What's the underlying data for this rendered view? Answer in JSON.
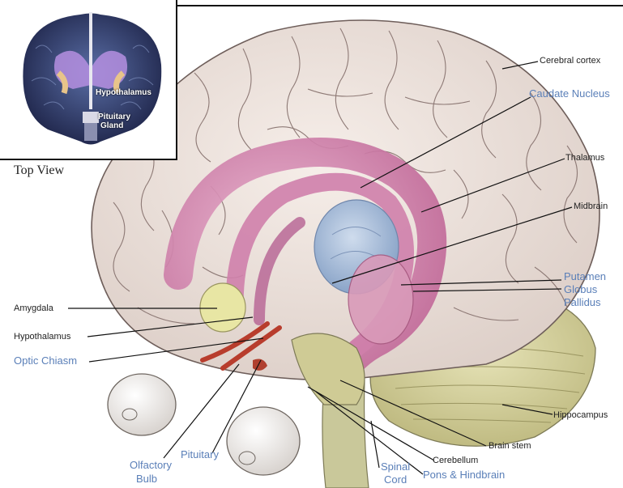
{
  "inset": {
    "hypothalamus": "Hypothalamus",
    "pituitary_1": "Pituitary",
    "pituitary_2": "Gland",
    "caption": "Top View"
  },
  "labels": {
    "cerebral_cortex": "Cerebral cortex",
    "caudate_nucleus": "Caudate Nucleus",
    "thalamus": "Thalamus",
    "midbrain": "Midbrain",
    "putamen": "Putamen",
    "globus_1": "Globus",
    "globus_2": "Pallidus",
    "amygdala": "Amygdala",
    "hypothalamus": "Hypothalamus",
    "optic_chiasm": "Optic Chiasm",
    "hippocampus": "Hippocampus",
    "brain_stem": "Brain stem",
    "cerebellum": "Cerebellum",
    "pons": "Pons & Hindbrain",
    "spinal_1": "Spinal",
    "spinal_2": "Cord",
    "pituitary": "Pituitary",
    "olfactory_1": "Olfactory",
    "olfactory_2": "Bulb"
  },
  "colors": {
    "brain": "#ede3dc",
    "gyri": "#8e7a76",
    "caudate": "#d88bb6",
    "thalamus": "#a9c0dd",
    "amygdala": "#e8e6a4",
    "cerebellum": "#d6d39c",
    "optic": "#b83d2d",
    "blue_label": "#5a7fb8"
  }
}
